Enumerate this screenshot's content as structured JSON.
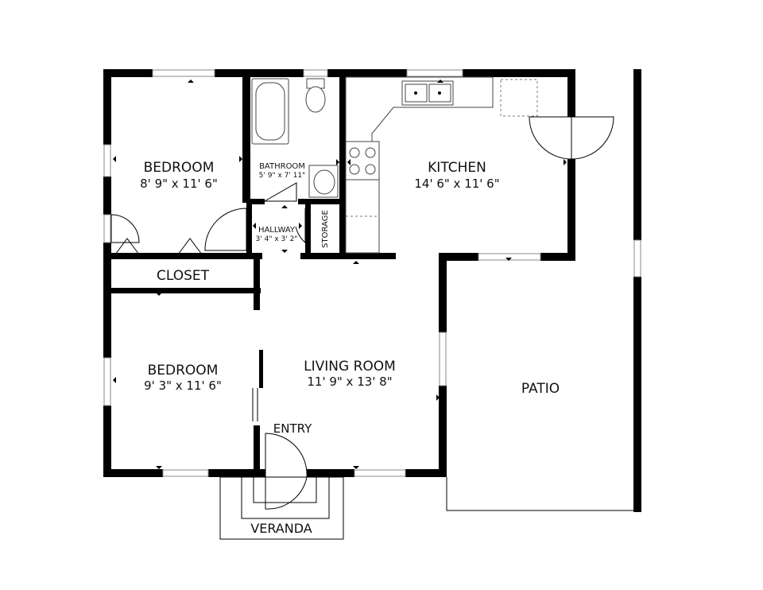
{
  "rooms": {
    "bedroom1": {
      "name": "BEDROOM",
      "size": "8' 9\" x 11' 6\""
    },
    "bathroom": {
      "name": "BATHROOM",
      "size": "5' 9\" x 7' 11\""
    },
    "kitchen": {
      "name": "KITCHEN",
      "size": "14' 6\" x 11' 6\""
    },
    "hallway": {
      "name": "HALLWAY",
      "size": "3' 4\" x 3' 2\""
    },
    "storage": {
      "name": "STORAGE"
    },
    "closet": {
      "name": "CLOSET"
    },
    "bedroom2": {
      "name": "BEDROOM",
      "size": "9' 3\" x 11' 6\""
    },
    "living_room": {
      "name": "LIVING ROOM",
      "size": "11' 9\" x 13' 8\""
    },
    "patio": {
      "name": "PATIO"
    },
    "entry": {
      "name": "ENTRY"
    },
    "veranda": {
      "name": "VERANDA"
    }
  }
}
